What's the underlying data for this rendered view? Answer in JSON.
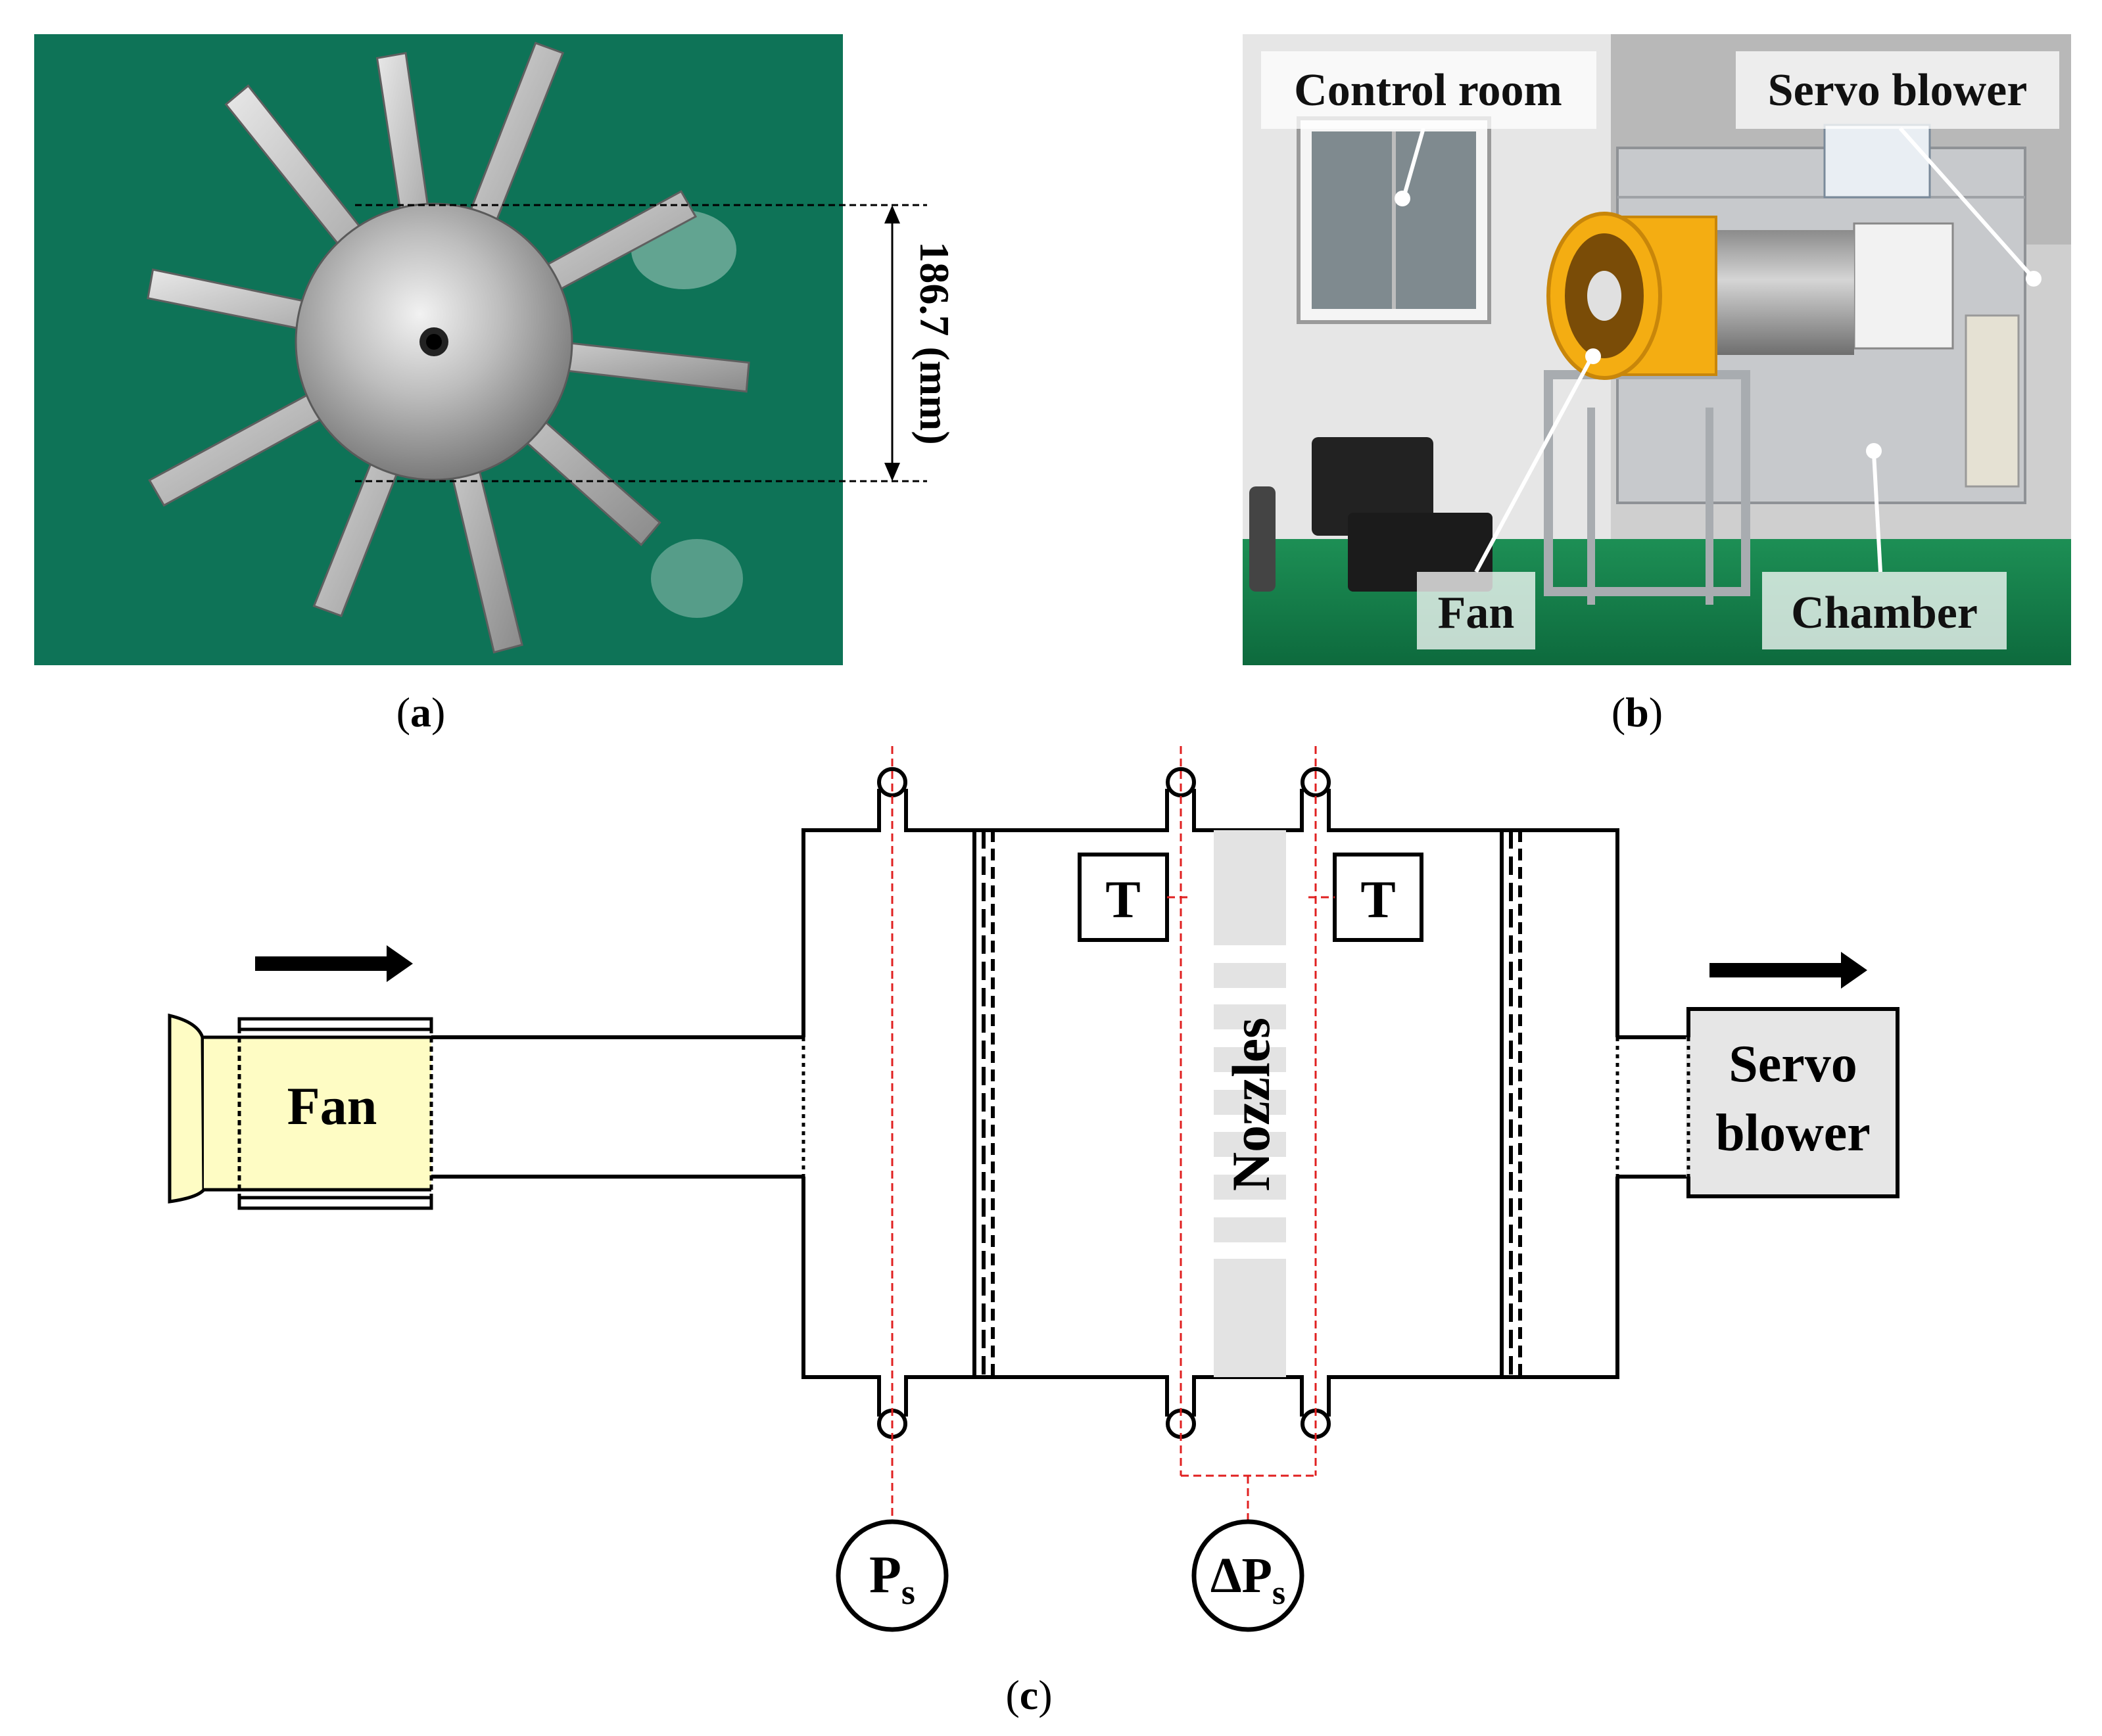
{
  "panels": {
    "a": {
      "caption_open": "(",
      "caption_letter": "a",
      "caption_close": ")",
      "dimension_label": "186.7 (mm)"
    },
    "b": {
      "caption_open": "(",
      "caption_letter": "b",
      "caption_close": ")",
      "labels": {
        "control_room": "Control room",
        "servo_blower": "Servo blower",
        "fan": "Fan",
        "chamber": "Chamber"
      }
    },
    "c": {
      "caption_open": "(",
      "caption_letter": "c",
      "caption_close": ")",
      "fan": "Fan",
      "servo_blower_line1": "Servo",
      "servo_blower_line2": "blower",
      "nozzles": "Nozzles",
      "temp_left": "T",
      "temp_right": "T",
      "ps_main": "P",
      "ps_sub": "s",
      "dps_main": "ΔP",
      "dps_sub": "s"
    }
  },
  "colors": {
    "mat_green": "#0f7a5c",
    "fan_yellow": "#f4ad12",
    "fan_fill_diagram": "#fefcc4",
    "blower_fill": "#e6e6e6",
    "nozzle_fill": "#e3e3e3",
    "measurement_line": "#e02020"
  }
}
